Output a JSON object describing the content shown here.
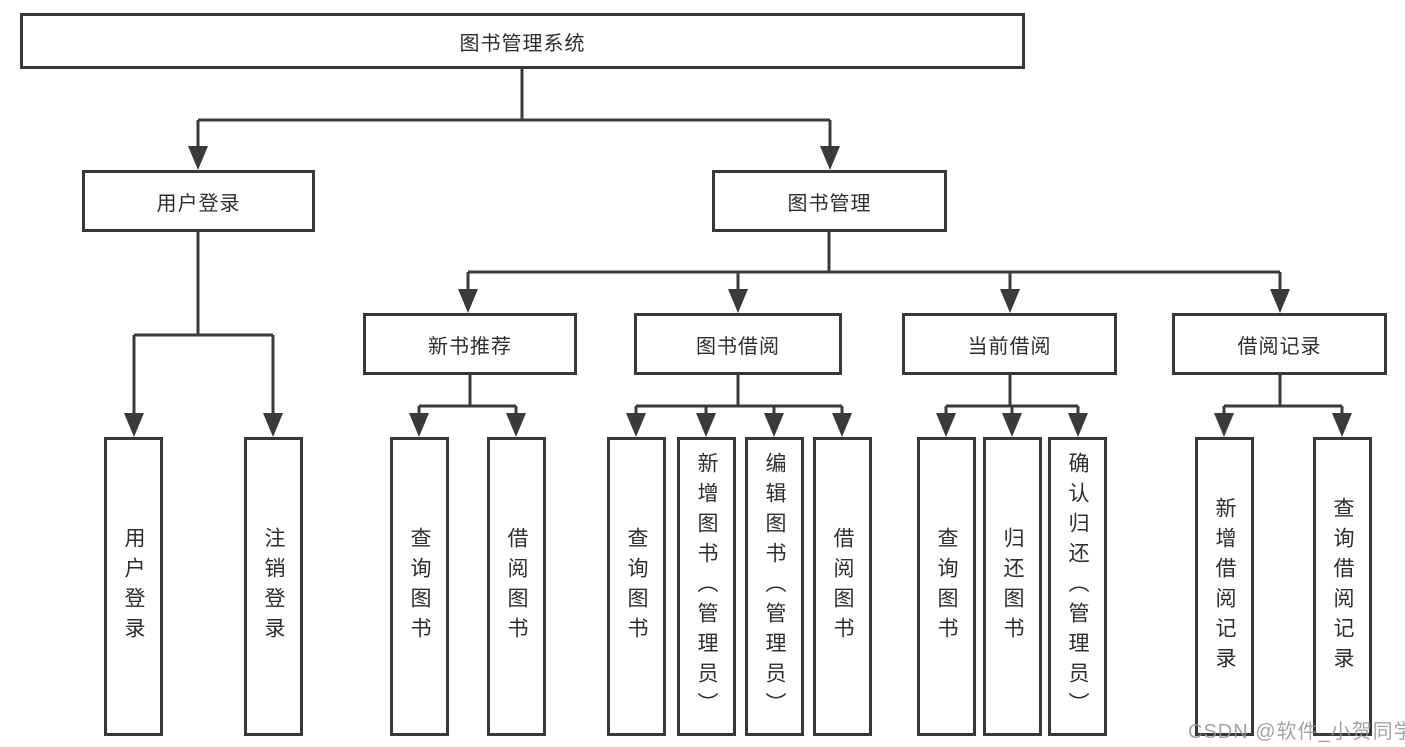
{
  "diagram": {
    "type": "hierarchy-tree",
    "root": {
      "label": "图书管理系统"
    },
    "children": [
      {
        "label": "用户登录",
        "children": [
          {
            "label": "用户登录"
          },
          {
            "label": "注销登录"
          }
        ]
      },
      {
        "label": "图书管理",
        "children": [
          {
            "label": "新书推荐",
            "children": [
              {
                "label": "查询图书"
              },
              {
                "label": "借阅图书"
              }
            ]
          },
          {
            "label": "图书借阅",
            "children": [
              {
                "label": "查询图书"
              },
              {
                "label": "新增图书（管理员）"
              },
              {
                "label": "编辑图书（管理员）"
              },
              {
                "label": "借阅图书"
              }
            ]
          },
          {
            "label": "当前借阅",
            "children": [
              {
                "label": "查询图书"
              },
              {
                "label": "归还图书"
              },
              {
                "label": "确认归还（管理员）"
              }
            ]
          },
          {
            "label": "借阅记录",
            "children": [
              {
                "label": "新增借阅记录"
              },
              {
                "label": "查询借阅记录"
              }
            ]
          }
        ]
      }
    ]
  },
  "watermark": {
    "text": "CSDN @软件_小贺同学"
  },
  "colors": {
    "background": "#ffffff",
    "box_fill": "#ffffff",
    "box_border": "#383838",
    "line": "#3a3a3a",
    "text": "#2e2e2e",
    "watermark": "#949494"
  }
}
